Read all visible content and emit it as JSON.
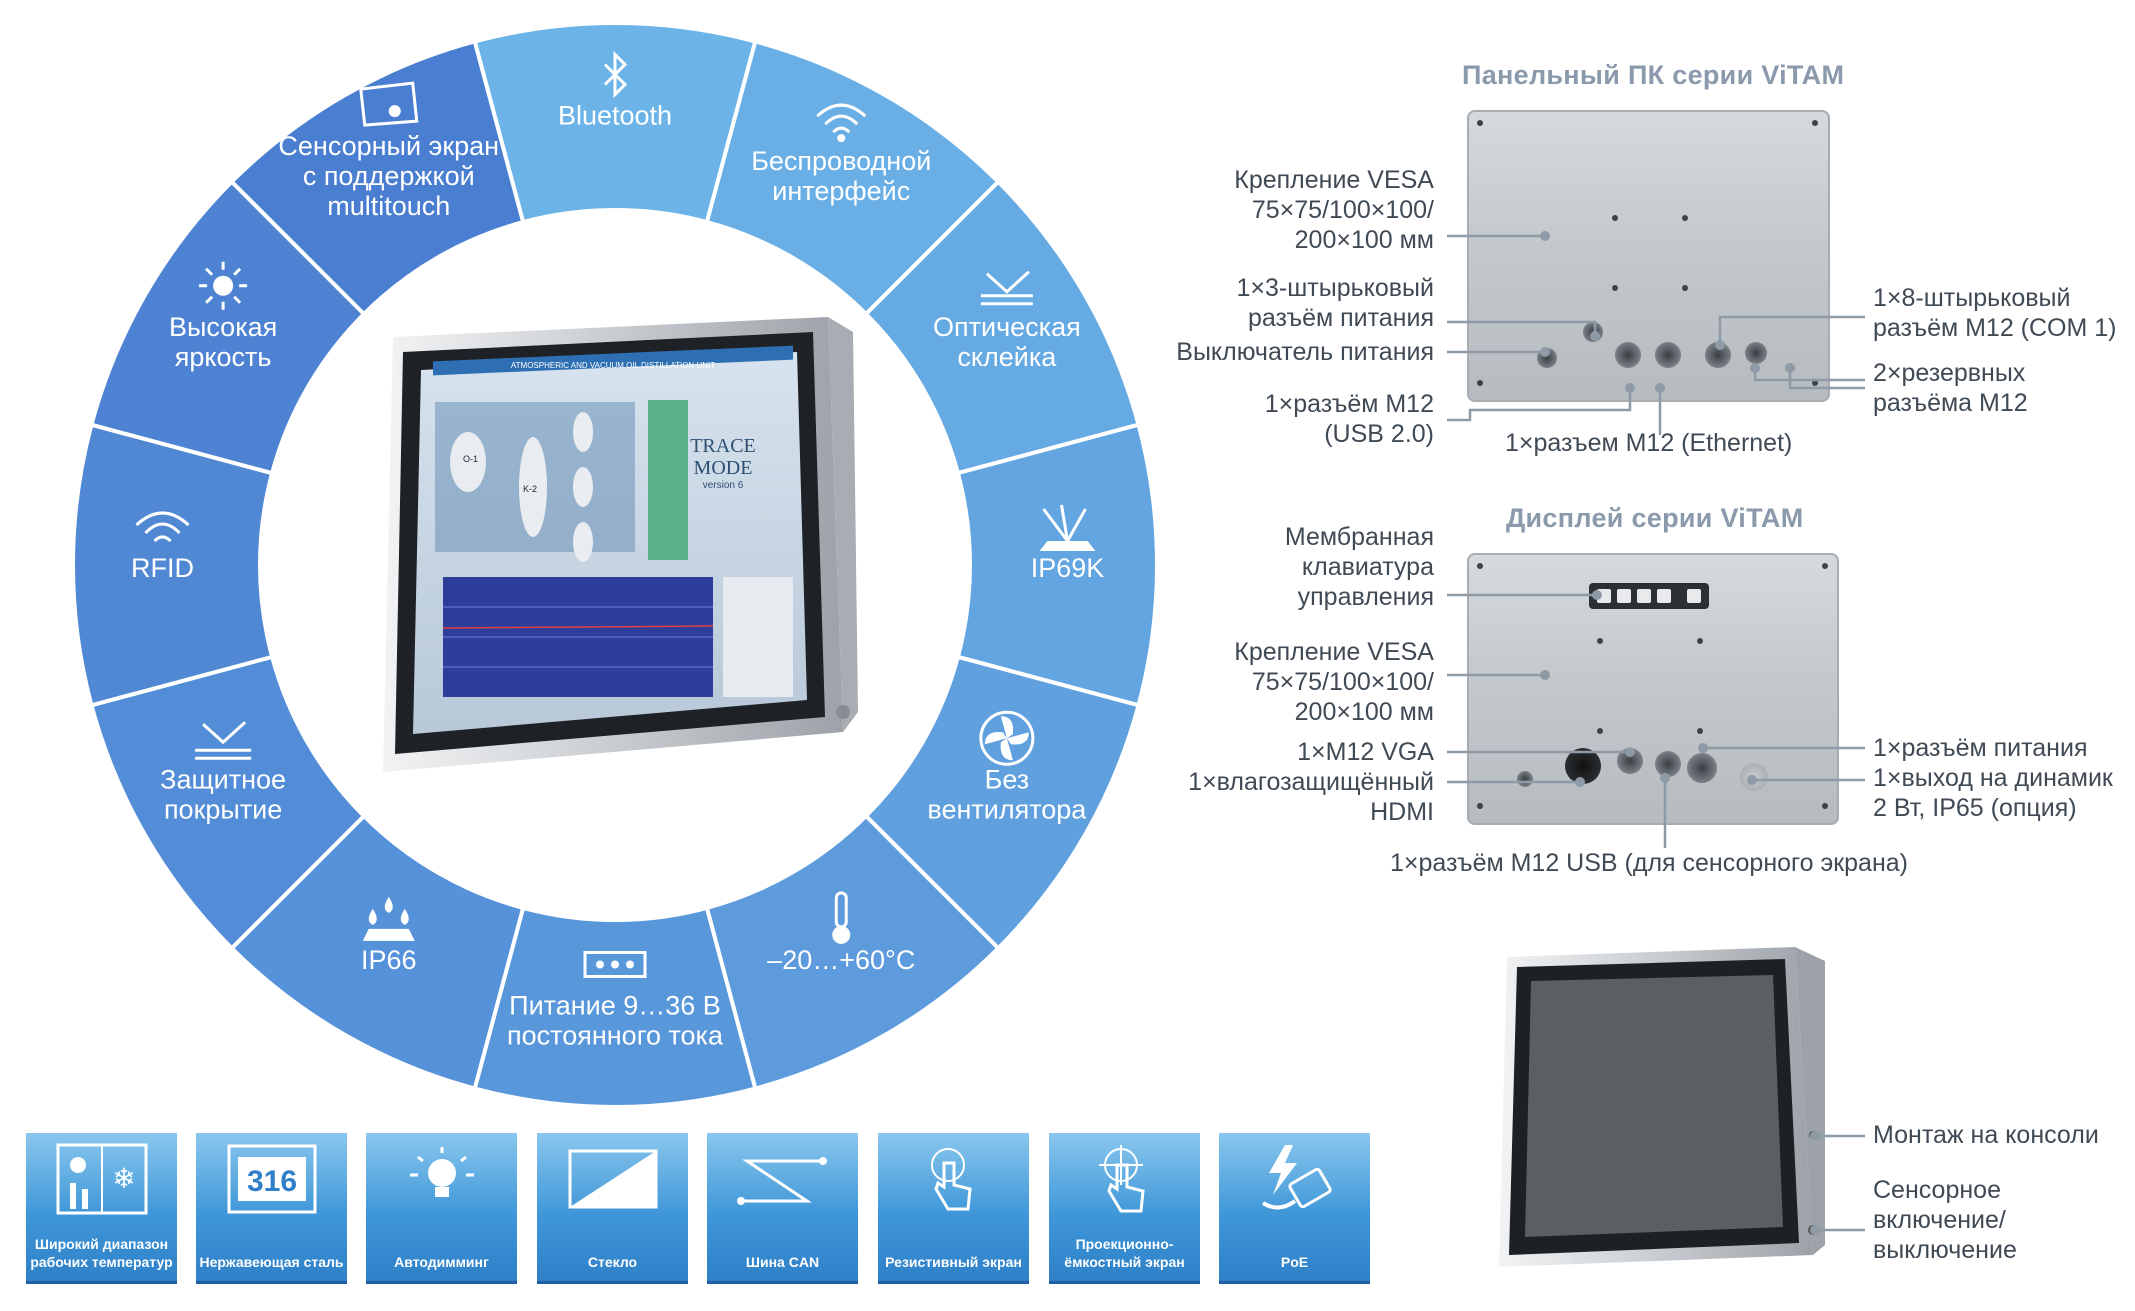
{
  "wheel": {
    "segments": [
      {
        "label": [
          "Bluetooth"
        ],
        "icon": "bluetooth-icon"
      },
      {
        "label": [
          "Беспроводной",
          "интерфейс"
        ],
        "icon": "wifi-icon"
      },
      {
        "label": [
          "Оптическая",
          "склейка"
        ],
        "icon": "optical-bonding-icon"
      },
      {
        "label": [
          "IP69K"
        ],
        "icon": "water-jet-icon"
      },
      {
        "label": [
          "Без",
          "вентилятора"
        ],
        "icon": "fan-icon"
      },
      {
        "label": [
          "–20…+60°C"
        ],
        "icon": "thermometer-icon"
      },
      {
        "label": [
          "Питание 9…36 В",
          "постоянного тока"
        ],
        "icon": "power-connector-icon"
      },
      {
        "label": [
          "IP66"
        ],
        "icon": "water-drops-icon"
      },
      {
        "label": [
          "Защитное",
          "покрытие"
        ],
        "icon": "protective-coating-icon"
      },
      {
        "label": [
          "RFID"
        ],
        "icon": "rfid-icon"
      },
      {
        "label": [
          "Высокая",
          "яркость"
        ],
        "icon": "sun-icon"
      },
      {
        "label": [
          "Сенсорный экран",
          "с поддержкой",
          "multitouch"
        ],
        "icon": "touchscreen-icon"
      }
    ],
    "colors": [
      "#6cb4e8",
      "#4a8bd6"
    ]
  },
  "tiles": [
    {
      "label": "Широкий диапазон рабочих температур",
      "icon": "temperature-range-icon"
    },
    {
      "label": "Нержавеющая сталь",
      "icon": "stainless-316-icon",
      "badge": "316"
    },
    {
      "label": "Автодимминг",
      "icon": "lightbulb-icon"
    },
    {
      "label": "Стекло",
      "icon": "glass-icon"
    },
    {
      "label": "Шина CAN",
      "icon": "can-bus-icon"
    },
    {
      "label": "Резистивный экран",
      "icon": "resistive-touch-icon"
    },
    {
      "label": "Проекционно-ёмкостный экран",
      "icon": "capacitive-touch-icon"
    },
    {
      "label": "PoE",
      "icon": "poe-icon"
    }
  ],
  "panel_pc": {
    "heading": "Панельный ПК серии ViTAM",
    "vesa": "Крепление VESA\n75×75/100×100/\n200×100 мм",
    "power_conn": "1×3-штырьковый\nразъём питания",
    "power_switch": "Выключатель питания",
    "usb": "1×разъём M12\n(USB 2.0)",
    "ethernet": "1×разъем M12 (Ethernet)",
    "com": "1×8-штырьковый\nразъём M12 (COM 1)",
    "reserve": "2×резервных\nразъёма M12"
  },
  "display": {
    "heading": "Дисплей серии ViTAM",
    "keypad": "Мембранная\nклавиатура\nуправления",
    "vesa": "Крепление VESA\n75×75/100×100/\n200×100 мм",
    "vga": "1×M12 VGA",
    "hdmi": "1×влагозащищённый\nHDMI",
    "usb_touch": "1×разъём M12 USB (для сенсорного экрана)",
    "power": "1×разъём питания",
    "speaker": "1×выход на динамик\n2 Вт, IP65 (опция)"
  },
  "console": {
    "mount": "Монтаж на консоли",
    "touch_power": "Сенсорное\nвключение/\nвыключение"
  },
  "screen": {
    "title": "ATMOSPHERIC AND VACUUM OIL DISTILLATION UNIT",
    "logo": [
      "TRACE",
      "MODE"
    ],
    "logo_sub": "version 6",
    "vessel_labels": [
      "O-1",
      "K-2"
    ]
  },
  "colors": {
    "heading_gray": "#8a99ab",
    "label_text": "#404a55",
    "leader_line": "#8e9aa6",
    "tile_blue": "#3f97d8"
  }
}
